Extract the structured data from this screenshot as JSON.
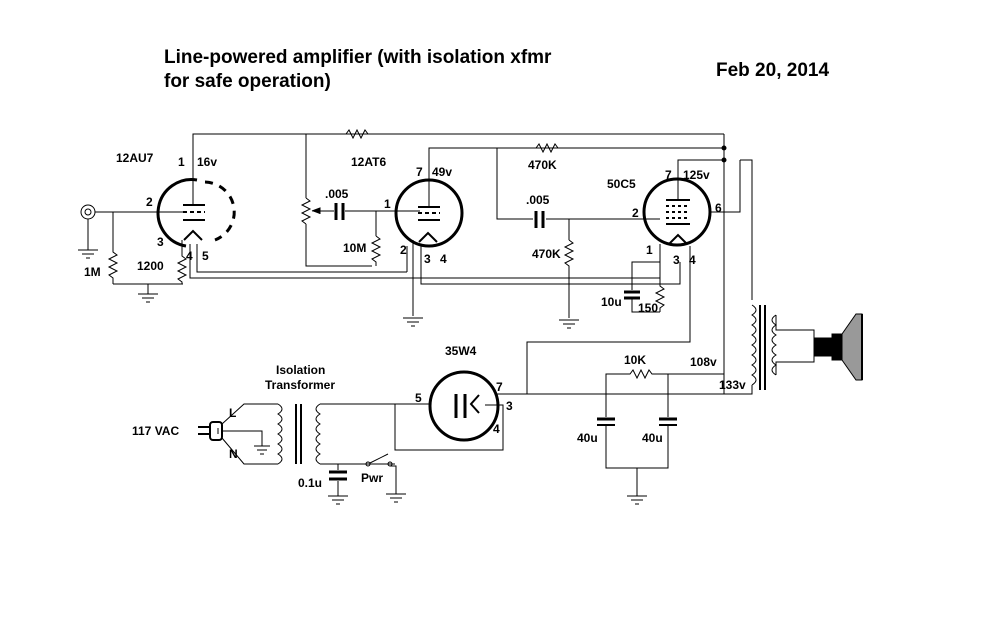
{
  "title_lines": [
    "Line-powered amplifier (with isolation xfmr",
    "for safe operation)"
  ],
  "date": "Feb 20, 2014",
  "tubes": {
    "v1": {
      "type": "12AU7",
      "voltage": "16v",
      "pins": {
        "p1": "1",
        "p2": "2",
        "p3": "3",
        "p4": "4",
        "p5": "5"
      }
    },
    "v2": {
      "type": "12AT6",
      "voltage": "49v",
      "pins": {
        "p7": "7",
        "p1": "1",
        "p2": "2",
        "p3": "3",
        "p4": "4"
      }
    },
    "v3": {
      "type": "50C5",
      "voltage": "125v",
      "pins": {
        "p7": "7",
        "p2": "2",
        "p6": "6",
        "p1": "1",
        "p3": "3",
        "p4": "4"
      }
    },
    "rect": {
      "type": "35W4",
      "pins": {
        "p5": "5",
        "p7": "7",
        "p3": "3",
        "p4": "4"
      }
    }
  },
  "components": {
    "r_input": "1M",
    "r_cathode1": "1200",
    "c_coupling1": ".005",
    "r_grid2": "10M",
    "c_coupling2": ".005",
    "r_plate2": "470K",
    "r_grid3": "470K",
    "c_cathode3": "10u",
    "r_cathode3": "150",
    "r_filter": "10K",
    "c_filter1": "40u",
    "c_filter2": "40u",
    "c_line": "0.1u",
    "switch": "Pwr"
  },
  "supply": {
    "b_plus_1": "108v",
    "b_plus_2": "133v"
  },
  "transformer": {
    "label_line1": "Isolation",
    "label_line2": "Transformer"
  },
  "mains": {
    "voltage": "117 VAC",
    "line": "L",
    "neutral": "N"
  }
}
